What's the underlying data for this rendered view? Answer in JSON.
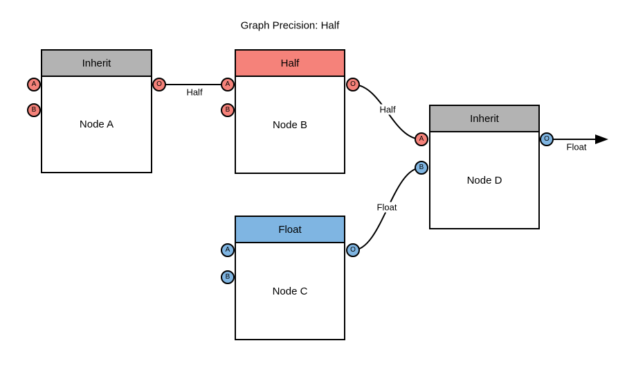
{
  "title": "Graph Precision: Half",
  "colors": {
    "inherit_header": "#B3B3B3",
    "half_red": "#F5827A",
    "float_blue": "#7FB5E2",
    "stroke": "#000000",
    "background": "#FFFFFF"
  },
  "nodes": [
    {
      "name": "Node A",
      "precision": "Inherit",
      "header_color": "gray",
      "ports": [
        {
          "label": "A",
          "color": "red"
        },
        {
          "label": "B",
          "color": "red"
        },
        {
          "label": "O",
          "color": "red"
        }
      ]
    },
    {
      "name": "Node B",
      "precision": "Half",
      "header_color": "red",
      "ports": [
        {
          "label": "A",
          "color": "red"
        },
        {
          "label": "B",
          "color": "red"
        },
        {
          "label": "O",
          "color": "red"
        }
      ]
    },
    {
      "name": "Node C",
      "precision": "Float",
      "header_color": "blue",
      "ports": [
        {
          "label": "A",
          "color": "blue"
        },
        {
          "label": "B",
          "color": "blue"
        },
        {
          "label": "O",
          "color": "blue"
        }
      ]
    },
    {
      "name": "Node D",
      "precision": "Inherit",
      "header_color": "gray",
      "ports": [
        {
          "label": "A",
          "color": "red"
        },
        {
          "label": "B",
          "color": "blue"
        },
        {
          "label": "O",
          "color": "blue"
        }
      ]
    }
  ],
  "edges": [
    {
      "from": "Node A.O",
      "to": "Node B.A",
      "label": "Half"
    },
    {
      "from": "Node B.O",
      "to": "Node D.A",
      "label": "Half"
    },
    {
      "from": "Node C.O",
      "to": "Node D.B",
      "label": "Float"
    },
    {
      "from": "Node D.O",
      "to": "graph-output-arrow",
      "label": "Float"
    }
  ]
}
